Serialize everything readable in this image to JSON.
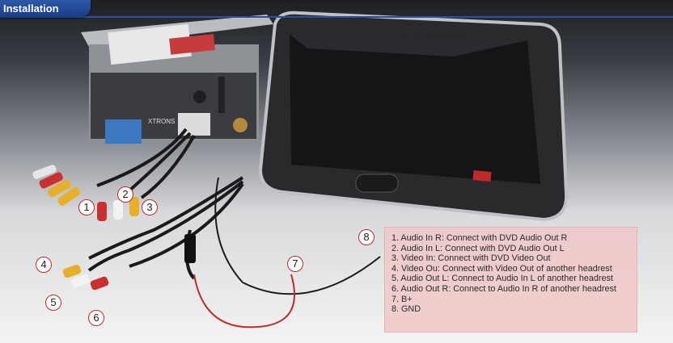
{
  "header": {
    "title": "Installation"
  },
  "product": {
    "label": "XTRONS"
  },
  "legend": {
    "items": [
      "1. Audio In R: Connect with DVD Audio Out R",
      "2. Audio In L: Connect with DVD Audio Out L",
      "3. Video In: Connect with DVD Video Out",
      "4. Video Ou: Connect with Video Out of another headrest",
      "5. Audio Out L: Connect to Audio In L of another headrest",
      "6. Audio Out R: Connect to Audio In R of another headrest",
      "7. B+",
      "8. GND"
    ]
  },
  "callouts": [
    "1",
    "2",
    "3",
    "4",
    "5",
    "6",
    "7",
    "8"
  ],
  "colors": {
    "red": "#c0282a",
    "blue": "#1f4594",
    "legend_bg": "#f0c8c8"
  }
}
